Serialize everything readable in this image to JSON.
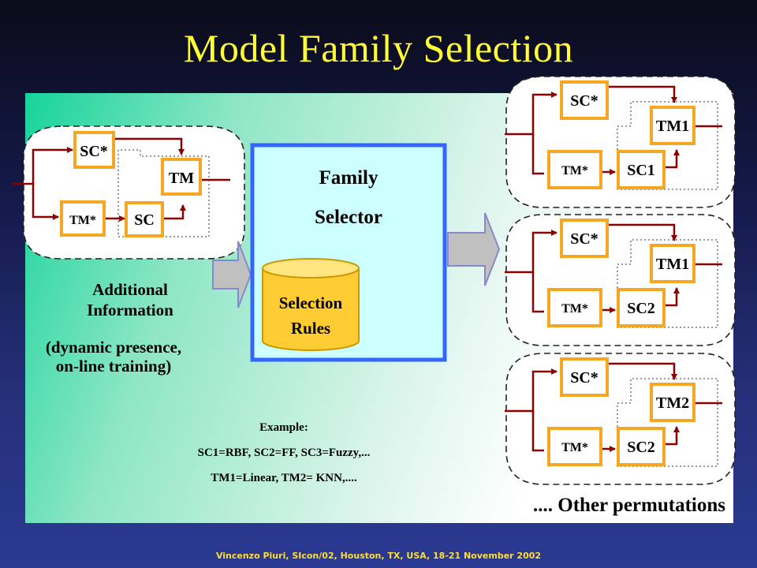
{
  "title": "Model Family Selection",
  "footer": "Vincenzo Piuri, SIcon/02, Houston, TX, USA, 18-21 November 2002",
  "left_module": {
    "sc_star": "SC*",
    "tm": "TM",
    "tm_star": "TM*",
    "sc": "SC"
  },
  "additional_info": {
    "line1": "Additional",
    "line2": "Information",
    "line3": "(dynamic presence,",
    "line4": "on-line training)"
  },
  "selector": {
    "line1": "Family",
    "line2": "Selector",
    "rules_line1": "Selection",
    "rules_line2": "Rules"
  },
  "example": {
    "label": "Example:",
    "line1": "SC1=RBF, SC2=FF, SC3=Fuzzy,...",
    "line2": "TM1=Linear, TM2= KNN,...."
  },
  "right_modules": [
    {
      "sc_star": "SC*",
      "tm": "TM1",
      "tm_star": "TM*",
      "sc": "SC1"
    },
    {
      "sc_star": "SC*",
      "tm": "TM1",
      "tm_star": "TM*",
      "sc": "SC2"
    },
    {
      "sc_star": "SC*",
      "tm": "TM2",
      "tm_star": "TM*",
      "sc": "SC2"
    }
  ],
  "other_permutations": ".... Other permutations",
  "colors": {
    "title": "#ffff33",
    "box_border": "#f5a623",
    "wire": "#8b0000",
    "selector_bg": "#ccffff",
    "selector_border": "#3366ff",
    "cylinder": "#ffcc33"
  }
}
